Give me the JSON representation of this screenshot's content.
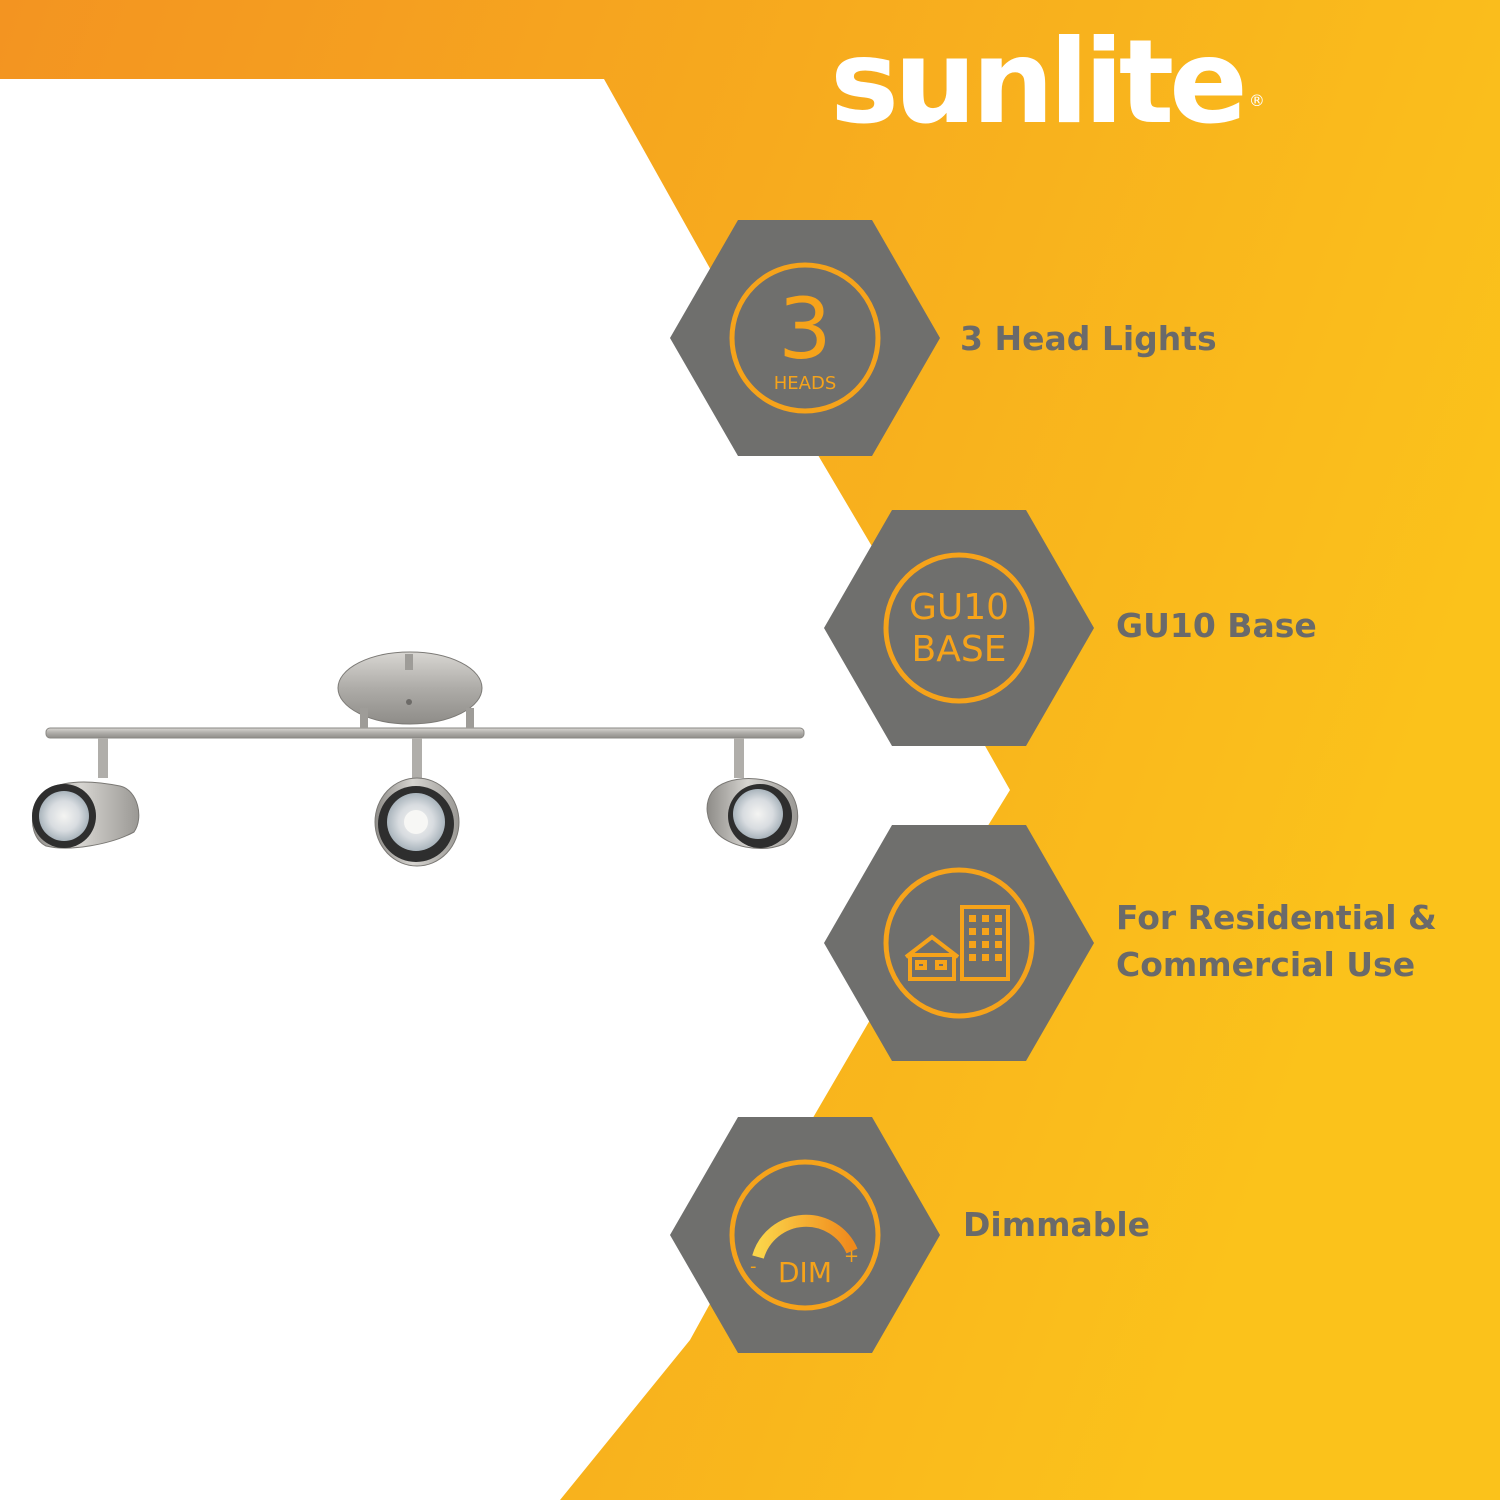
{
  "brand": {
    "name": "sunlite",
    "registered_mark": "®"
  },
  "colors": {
    "orange_dark": "#f39421",
    "orange_light": "#fbc21b",
    "white": "#ffffff",
    "hexagon_gray": "#6f6f6d",
    "icon_orange": "#f6a31a",
    "text_gray": "#6a6a6a",
    "metal": "#b8b6b2"
  },
  "features": [
    {
      "icon": "three-heads-icon",
      "badge_number": "3",
      "badge_caption": "HEADS",
      "label": "3 Head Lights"
    },
    {
      "icon": "gu10-base-icon",
      "badge_line1": "GU10",
      "badge_line2": "BASE",
      "label": "GU10 Base"
    },
    {
      "icon": "buildings-icon",
      "label_line1": "For Residential &",
      "label_line2": "Commercial Use"
    },
    {
      "icon": "dimmer-icon",
      "badge_caption": "DIM",
      "minus": "-",
      "plus": "+",
      "label": "Dimmable"
    }
  ],
  "product": {
    "image": "three-head-track-light-fixture",
    "finish": "brushed nickel"
  }
}
